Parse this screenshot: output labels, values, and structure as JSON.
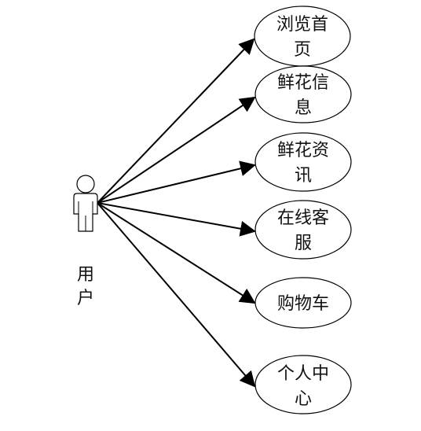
{
  "actor": {
    "label_lines": [
      "用",
      "户"
    ]
  },
  "use_cases": [
    {
      "id": "browse-home",
      "lines": [
        "浏览首",
        "页"
      ]
    },
    {
      "id": "flower-info",
      "lines": [
        "鲜花信",
        "息"
      ]
    },
    {
      "id": "flower-news",
      "lines": [
        "鲜花资",
        "讯"
      ]
    },
    {
      "id": "online-service",
      "lines": [
        "在线客",
        "服"
      ]
    },
    {
      "id": "shopping-cart",
      "lines": [
        "购物车"
      ]
    },
    {
      "id": "personal-center",
      "lines": [
        "个人中",
        "心"
      ]
    }
  ],
  "colors": {
    "stroke": "#000000",
    "text": "#111111",
    "background": "#ffffff"
  }
}
